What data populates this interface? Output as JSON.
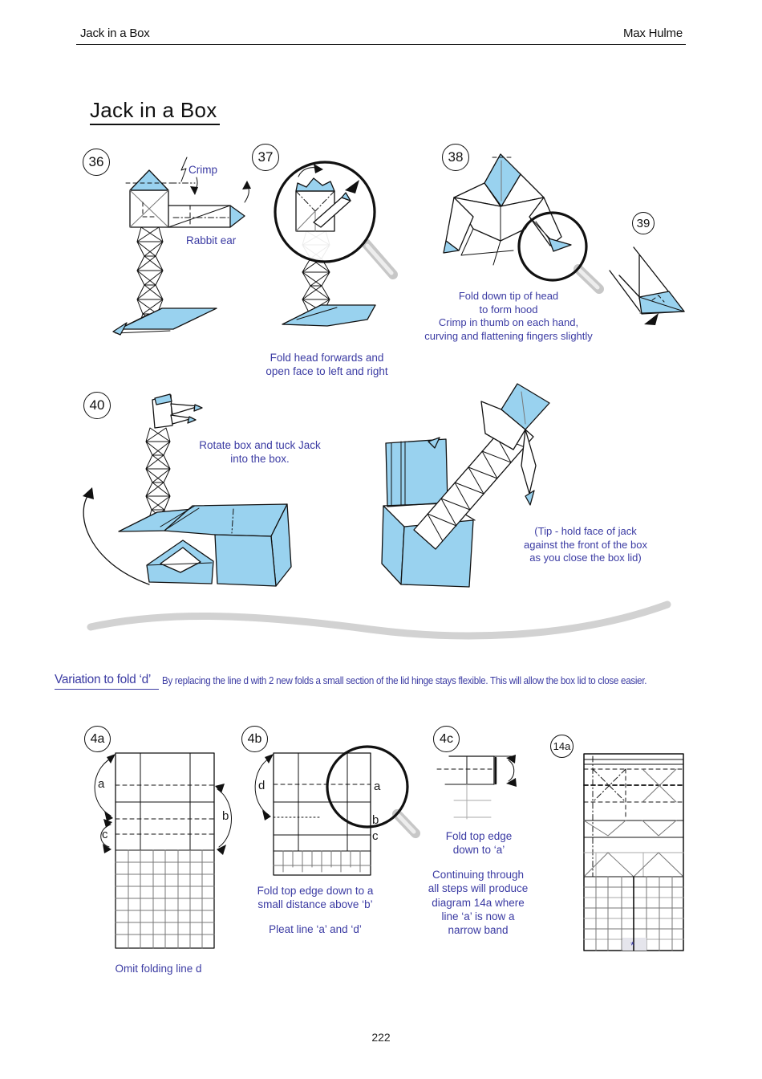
{
  "colors": {
    "fill_blue": "#99d2ef",
    "text_blue": "#3b3ba3",
    "swoosh": "#d2d2d2"
  },
  "header": {
    "left": "Jack in a Box",
    "right": "Max Hulme"
  },
  "title": "Jack in a Box",
  "steps": {
    "s36": {
      "number": "36",
      "crimp_label": "Crimp",
      "rabbit_ear_label": "Rabbit  ear"
    },
    "s37": {
      "number": "37",
      "caption": "Fold head forwards and\nopen face to left and right"
    },
    "s38": {
      "number": "38",
      "caption": "Fold down tip of head\nto form hood\nCrimp in thumb on each hand,\ncurving and flattening fingers slightly"
    },
    "s39": {
      "number": "39"
    },
    "s40": {
      "number": "40",
      "rotate_caption": "Rotate box and tuck Jack\ninto the box.",
      "tip_caption": "(Tip - hold face of jack\nagainst the front of the box\nas you close the box lid)"
    }
  },
  "variation": {
    "heading": "Variation to fold ‘d’",
    "body": "By replacing the line d with 2 new folds a small section of  the lid hinge stays flexible.  This will allow the box lid to close easier."
  },
  "substeps": {
    "s4a": {
      "number": "4a",
      "label_a": "a",
      "label_b": "b",
      "label_c": "c",
      "caption": "Omit folding line d"
    },
    "s4b": {
      "number": "4b",
      "label_d": "d",
      "label_a": "a",
      "label_b": "b",
      "label_c": "c",
      "caption_fold": "Fold top edge down to a\nsmall distance above ‘b’",
      "caption_pleat": "Pleat line ‘a’ and ‘d’"
    },
    "s4c": {
      "number": "4c",
      "caption_fold": "Fold top edge\ndown to ‘a’",
      "caption_continue": "Continuing through\nall steps will produce\ndiagram 14a where\nline ‘a’ is now a\nnarrow band"
    },
    "s14a": {
      "number": "14a",
      "star": "*"
    }
  },
  "footer": {
    "page_number": "222"
  }
}
